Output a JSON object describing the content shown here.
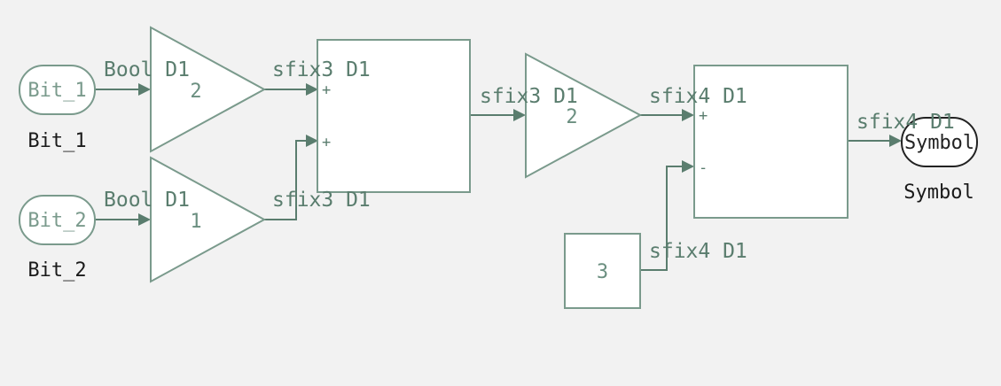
{
  "inports": [
    {
      "label": "Bit_1",
      "caption": "Bit_1"
    },
    {
      "label": "Bit_2",
      "caption": "Bit_2"
    }
  ],
  "gains": [
    {
      "value": "2"
    },
    {
      "value": "1"
    },
    {
      "value": "2"
    }
  ],
  "sums": [
    {
      "signs": [
        "+",
        "+"
      ]
    },
    {
      "signs": [
        "+",
        "-"
      ]
    }
  ],
  "constant": {
    "value": "3"
  },
  "outport": {
    "label": "Symbol",
    "caption": "Symbol"
  },
  "signals": {
    "bit1_out": "Bool D1",
    "bit2_out": "Bool D1",
    "gain1_out": "sfix3 D1",
    "gain2_out": "sfix3 D1",
    "sum1_out": "sfix3 D1",
    "gain3_out": "sfix4 D1",
    "const_out": "sfix4 D1",
    "sum2_out": "sfix4 D1"
  }
}
